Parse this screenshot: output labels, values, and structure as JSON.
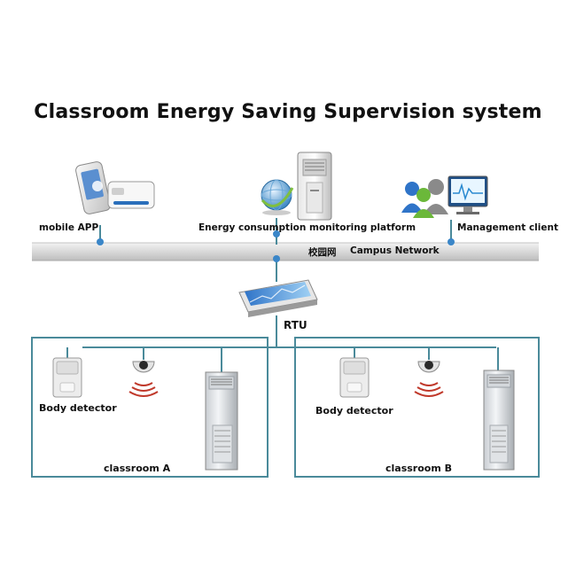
{
  "title": "Classroom Energy Saving Supervision system",
  "nodes": {
    "mobile_app": "mobile APP",
    "platform": "Energy consumption monitoring platform",
    "management": "Management client",
    "network_cn": "校园网",
    "network_en": "Campus Network",
    "rtu": "RTU"
  },
  "classroom_a": {
    "label": "classroom A",
    "detector": "Body detector"
  },
  "classroom_b": {
    "label": "classroom B",
    "detector": "Body detector"
  },
  "colors": {
    "line": "#4a8a9a",
    "pipe": "#d9d9d9",
    "dot": "#3a86c8",
    "wave": "#c0392b"
  }
}
